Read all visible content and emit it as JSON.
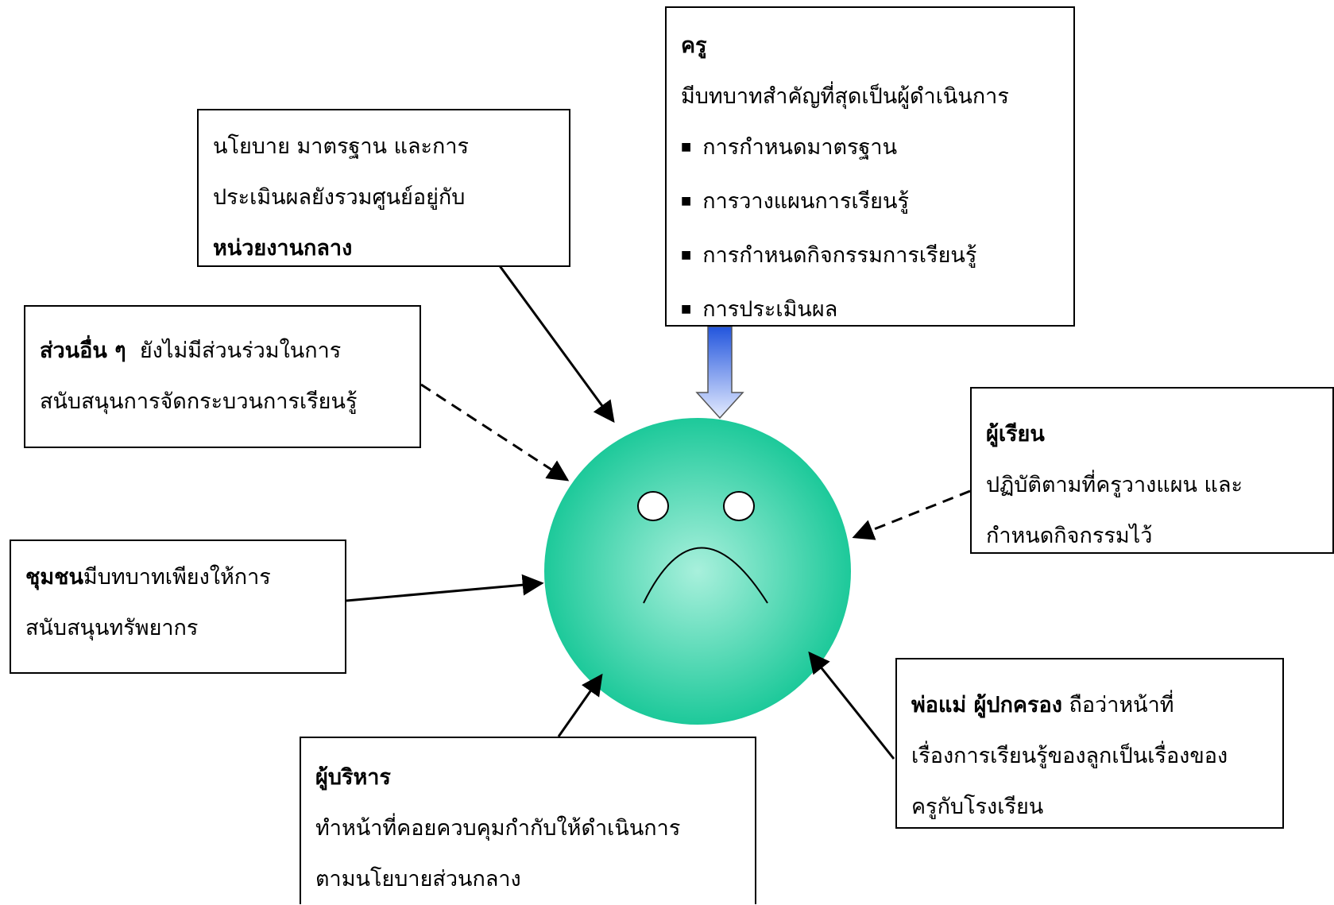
{
  "teacher": {
    "title": "ครู",
    "desc": "มีบทบาทสำคัญที่สุดเป็นผู้ดำเนินการ",
    "items": [
      "การกำหนดมาตรฐาน",
      "การวางแผนการเรียนรู้",
      "การกำหนดกิจกรรมการเรียนรู้",
      "การประเมินผล"
    ]
  },
  "central": {
    "line1": "นโยบาย มาตรฐาน และการ",
    "line2": "ประเมินผลยังรวมศูนย์อยู่กับ",
    "bold": "หน่วยงานกลาง"
  },
  "other": {
    "bold": "ส่วนอื่น ๆ",
    "line1": "ยังไม่มีส่วนร่วมในการ",
    "line2": "สนับสนุนการจัดกระบวนการเรียนรู้"
  },
  "student": {
    "title": "ผู้เรียน",
    "line1": "ปฏิบัติตามที่ครูวางแผน และ",
    "line2": "กำหนดกิจกรรมไว้"
  },
  "community": {
    "bold": "ชุมชน",
    "line1": "มีบทบาทเพียงให้การ",
    "line2": "สนับสนุนทรัพยากร"
  },
  "parent": {
    "bold": "พ่อแม่ ผู้ปกครอง",
    "line1": "ถือว่าหน้าที่",
    "line2": "เรื่องการเรียนรู้ของลูกเป็นเรื่องของ",
    "line3": "ครูกับโรงเรียน"
  },
  "exec": {
    "title": "ผู้บริหาร",
    "line1": "ทำหน้าที่คอยควบคุมกำกับให้ดำเนินการ",
    "line2": "ตามนโยบายส่วนกลาง"
  },
  "colors": {
    "face_center": "#a8f0dc",
    "face_edge": "#1dc99a",
    "arrow_top": "#2255dd",
    "arrow_bottom": "#dde6ff"
  }
}
